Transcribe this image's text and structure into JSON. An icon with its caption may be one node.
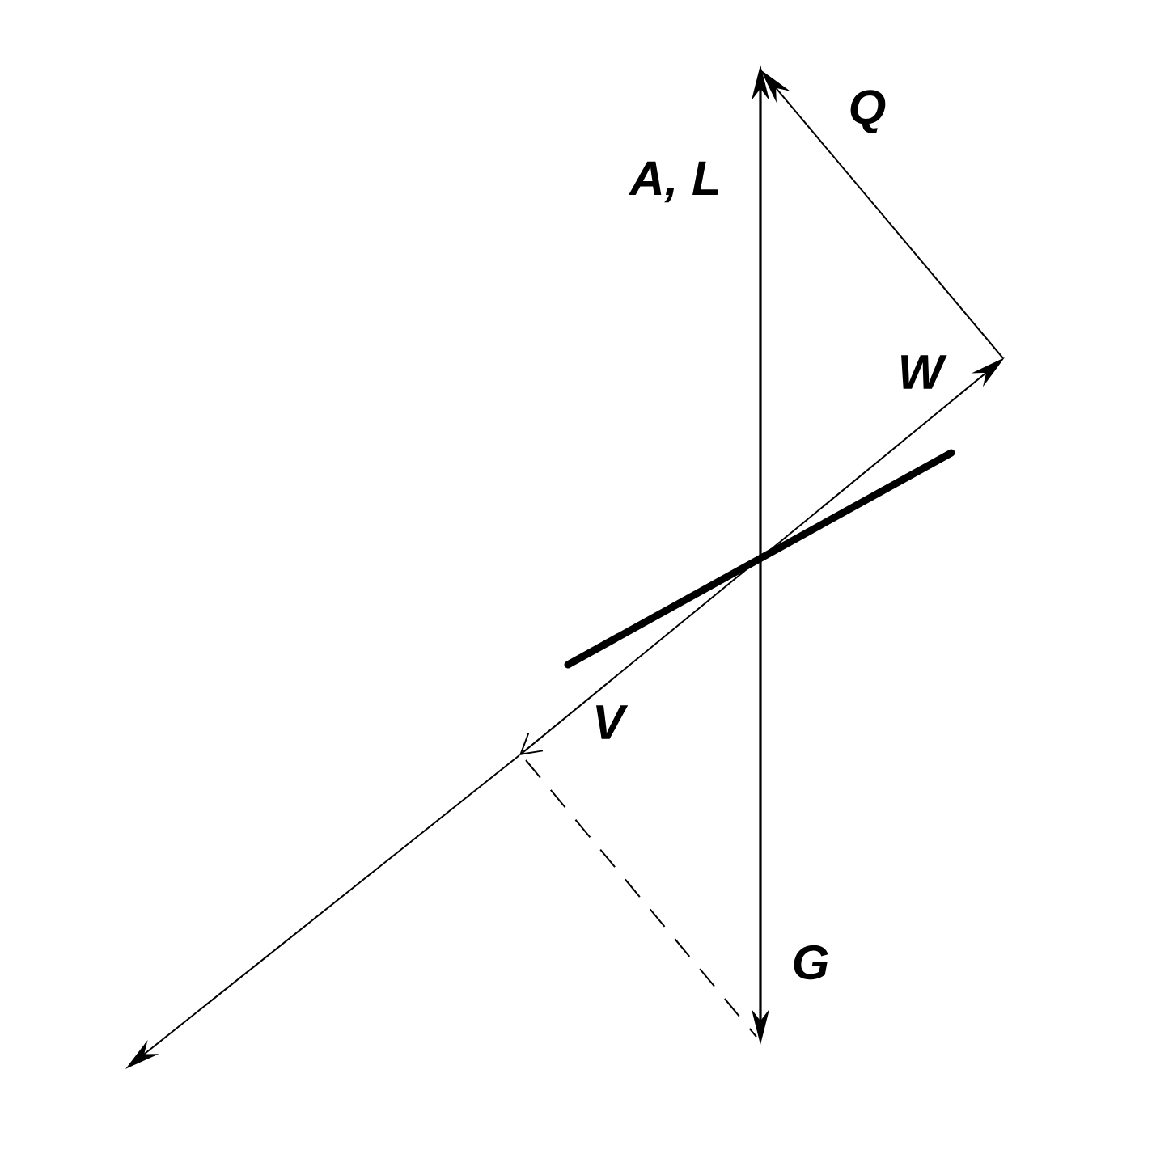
{
  "diagram": {
    "labels": [
      "Q",
      "A, L",
      "W",
      "V",
      "G"
    ]
  }
}
